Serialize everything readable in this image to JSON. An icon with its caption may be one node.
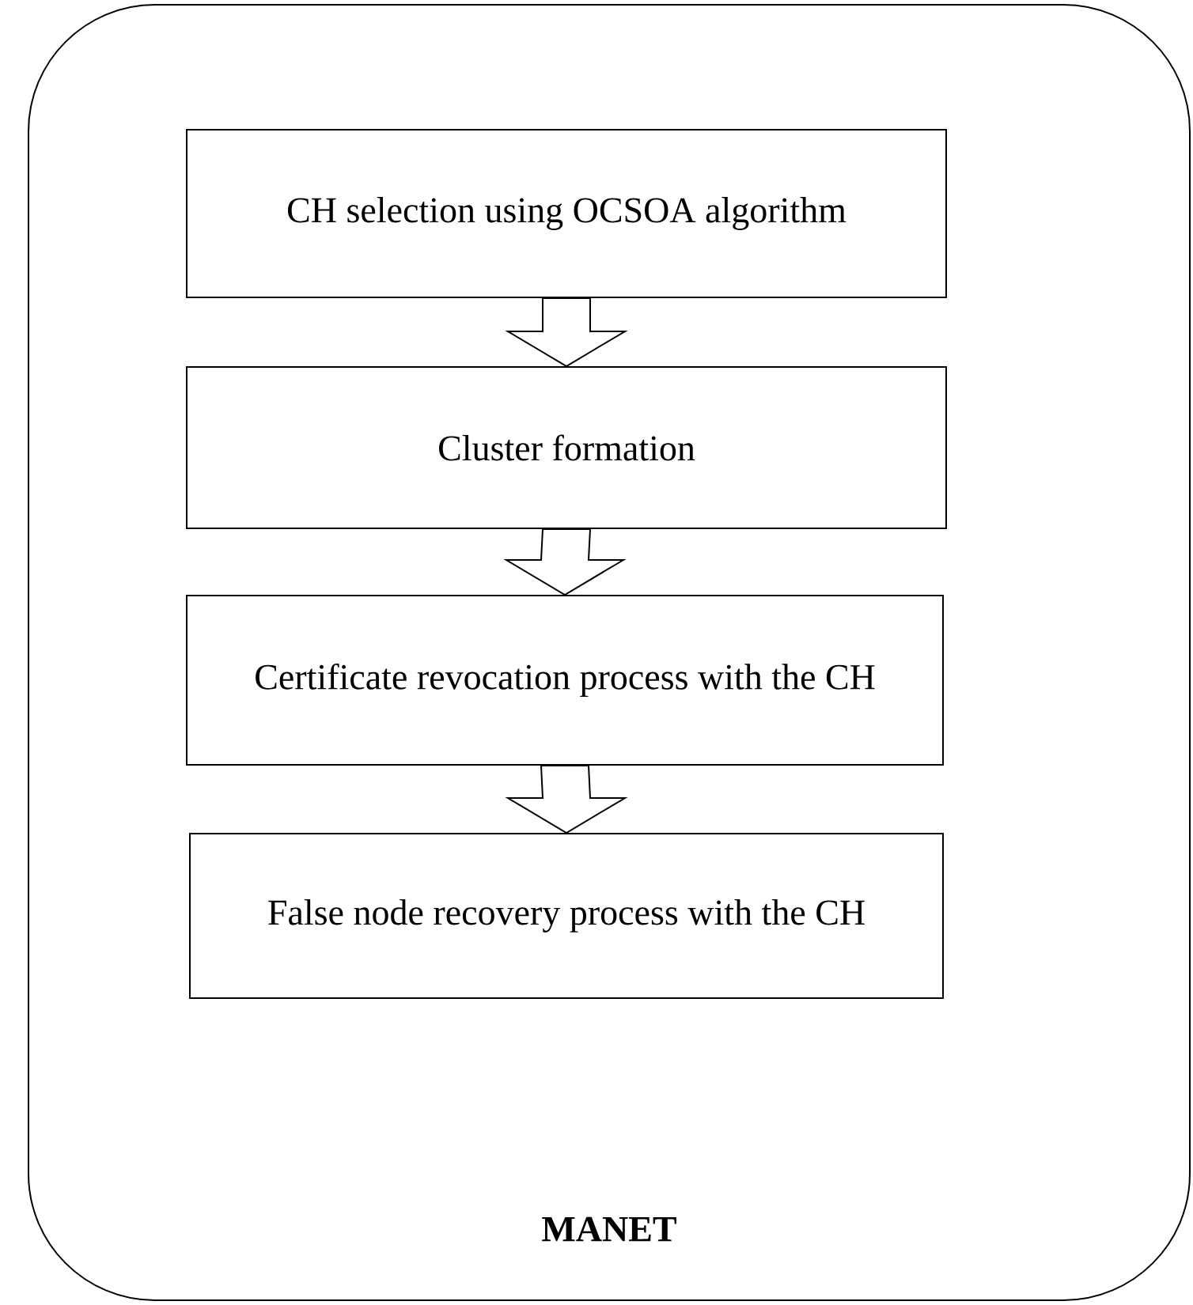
{
  "diagram": {
    "nodes": [
      {
        "text": [
          "MANET"
        ]
      },
      {
        "text": [
          "CH selection using OCSOA algorithm"
        ],
        "in": 0
      },
      {
        "text": [
          "Cluster formation"
        ],
        "in": 0
      },
      {
        "text": [
          "Certificate revocation process with the CH"
        ],
        "in": 0
      },
      {
        "text": [
          "False node recovery process with the CH"
        ],
        "in": 0
      }
    ],
    "edges": [
      {
        "from": 1,
        "to": 2,
        "arrow": "to"
      },
      {
        "from": 2,
        "to": 3,
        "arrow": "to"
      },
      {
        "from": 3,
        "to": 4,
        "arrow": "to"
      }
    ]
  }
}
